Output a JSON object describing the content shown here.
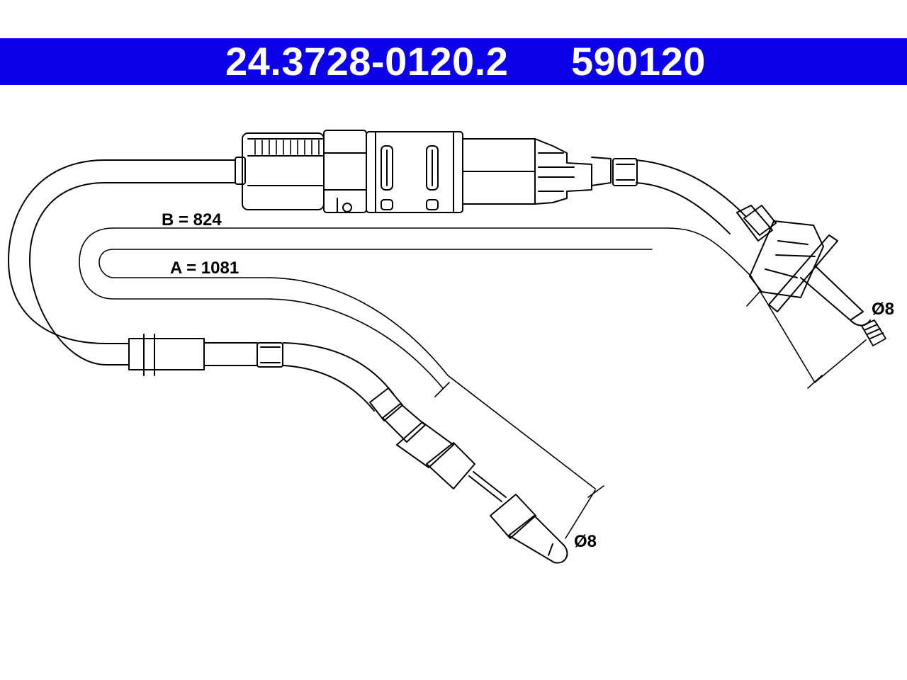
{
  "header": {
    "part_number": "24.3728-0120.2",
    "ref_number": "590120",
    "background_color": "#0b00e8",
    "text_color": "#ffffff"
  },
  "dimensions": {
    "length_b": "B = 824",
    "length_a": "A = 1081",
    "diameter_right": "Ø8",
    "diameter_bottom": "Ø8"
  },
  "colors": {
    "line": "#000000",
    "background": "#ffffff"
  }
}
